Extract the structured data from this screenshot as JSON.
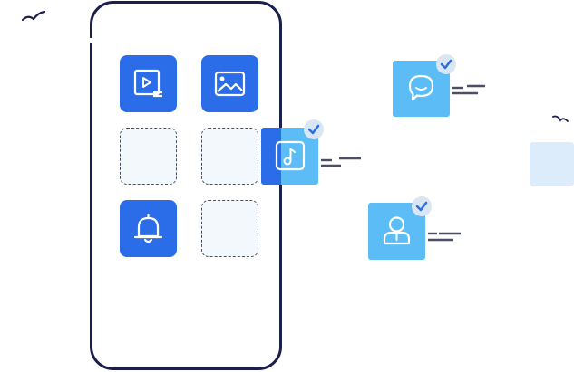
{
  "colors": {
    "phone_outline": "#1b1f4b",
    "tile_blue": "#2b6de8",
    "float_light_blue": "#5bbcf6",
    "badge_bg": "#d9e6f4",
    "check_color": "#2b6de8",
    "dash_color": "#4a4f66",
    "faint_square": "#dcecfb"
  },
  "phone": {
    "tiles": [
      {
        "icon": "video-player-icon",
        "state": "filled"
      },
      {
        "icon": "image-icon",
        "state": "filled"
      },
      {
        "icon": "",
        "state": "empty"
      },
      {
        "icon": "",
        "state": "empty"
      },
      {
        "icon": "bell-icon",
        "state": "filled"
      },
      {
        "icon": "",
        "state": "empty"
      }
    ]
  },
  "floating_apps": [
    {
      "icon": "music-note-icon",
      "status": "checked"
    },
    {
      "icon": "chat-bubble-icon",
      "status": "checked"
    },
    {
      "icon": "user-profile-icon",
      "status": "checked"
    }
  ],
  "decorations": [
    "bird-icon",
    "bird-icon",
    "faint-square"
  ]
}
